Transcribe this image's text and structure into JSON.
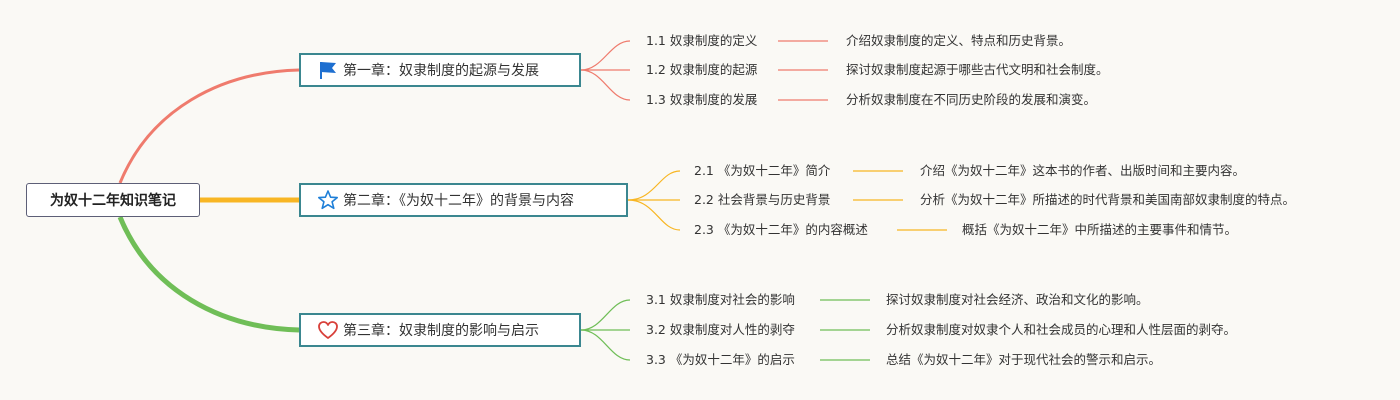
{
  "root": {
    "label": "为奴十二年知识笔记"
  },
  "chapters": [
    {
      "label": "第一章：奴隶制度的起源与发展",
      "icon": "flag-icon",
      "color": "#ef7b6d",
      "sections": [
        {
          "title": "1.1 奴隶制度的定义",
          "desc": "介绍奴隶制度的定义、特点和历史背景。"
        },
        {
          "title": "1.2 奴隶制度的起源",
          "desc": "探讨奴隶制度起源于哪些古代文明和社会制度。"
        },
        {
          "title": "1.3 奴隶制度的发展",
          "desc": "分析奴隶制度在不同历史阶段的发展和演变。"
        }
      ]
    },
    {
      "label": "第二章：《为奴十二年》的背景与内容",
      "icon": "star-icon",
      "color": "#f8b623",
      "sections": [
        {
          "title": "2.1 《为奴十二年》简介",
          "desc": "介绍《为奴十二年》这本书的作者、出版时间和主要内容。"
        },
        {
          "title": "2.2 社会背景与历史背景",
          "desc": "分析《为奴十二年》所描述的时代背景和美国南部奴隶制度的特点。"
        },
        {
          "title": "2.3 《为奴十二年》的内容概述",
          "desc": "概括《为奴十二年》中所描述的主要事件和情节。"
        }
      ]
    },
    {
      "label": "第三章：奴隶制度的影响与启示",
      "icon": "heart-icon",
      "color": "#6fbe57",
      "sections": [
        {
          "title": "3.1 奴隶制度对社会的影响",
          "desc": "探讨奴隶制度对社会经济、政治和文化的影响。"
        },
        {
          "title": "3.2 奴隶制度对人性的剥夺",
          "desc": "分析奴隶制度对奴隶个人和社会成员的心理和人性层面的剥夺。"
        },
        {
          "title": "3.3 《为奴十二年》的启示",
          "desc": "总结《为奴十二年》对于现代社会的警示和启示。"
        }
      ]
    }
  ]
}
